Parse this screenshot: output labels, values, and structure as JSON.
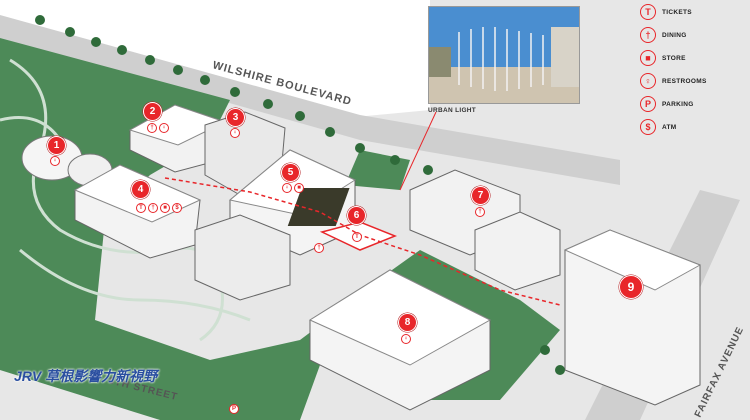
{
  "legend": [
    {
      "glyph": "T",
      "label": "TICKETS",
      "icon": "ticket-icon"
    },
    {
      "glyph": "†",
      "label": "DINING",
      "icon": "dining-icon"
    },
    {
      "glyph": "■",
      "label": "STORE",
      "icon": "store-icon"
    },
    {
      "glyph": "♀",
      "label": "RESTROOMS",
      "icon": "restroom-icon"
    },
    {
      "glyph": "P",
      "label": "PARKING",
      "icon": "parking-icon"
    },
    {
      "glyph": "$",
      "label": "ATM",
      "icon": "atm-icon"
    }
  ],
  "photo": {
    "caption": "URBAN LIGHT"
  },
  "streets": {
    "wilshire": "WILSHIRE BOULEVARD",
    "sixth": "6TH STREET",
    "fairfax": "FAIRFAX AVENUE"
  },
  "buildings": [
    "1",
    "2",
    "3",
    "4",
    "5",
    "6",
    "7",
    "8",
    "9"
  ],
  "parking_marker": "P",
  "watermark": "JRV 草根影響力新視野",
  "colors": {
    "accent": "#e8262a",
    "lawn": "#4d8a58",
    "road": "#c9c9c9"
  }
}
